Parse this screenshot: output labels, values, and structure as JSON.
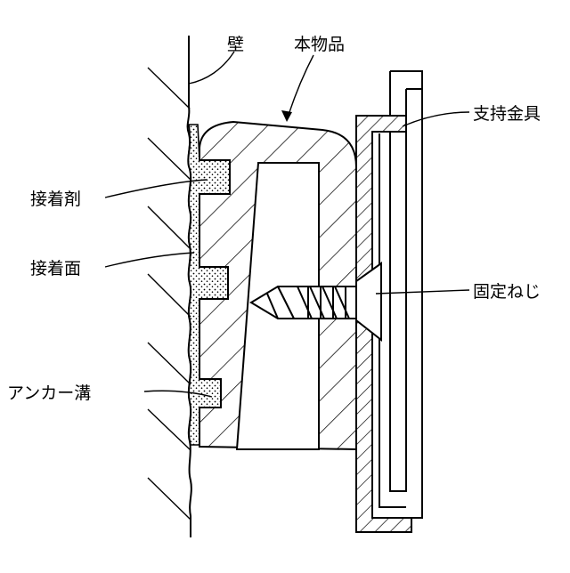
{
  "labels": {
    "wall": "壁",
    "product": "本物品",
    "bracket": "支持金具",
    "adhesive": "接着剤",
    "adhesive_surface": "接着面",
    "fixing_screw": "固定ねじ",
    "anchor_groove": "アンカー溝"
  }
}
